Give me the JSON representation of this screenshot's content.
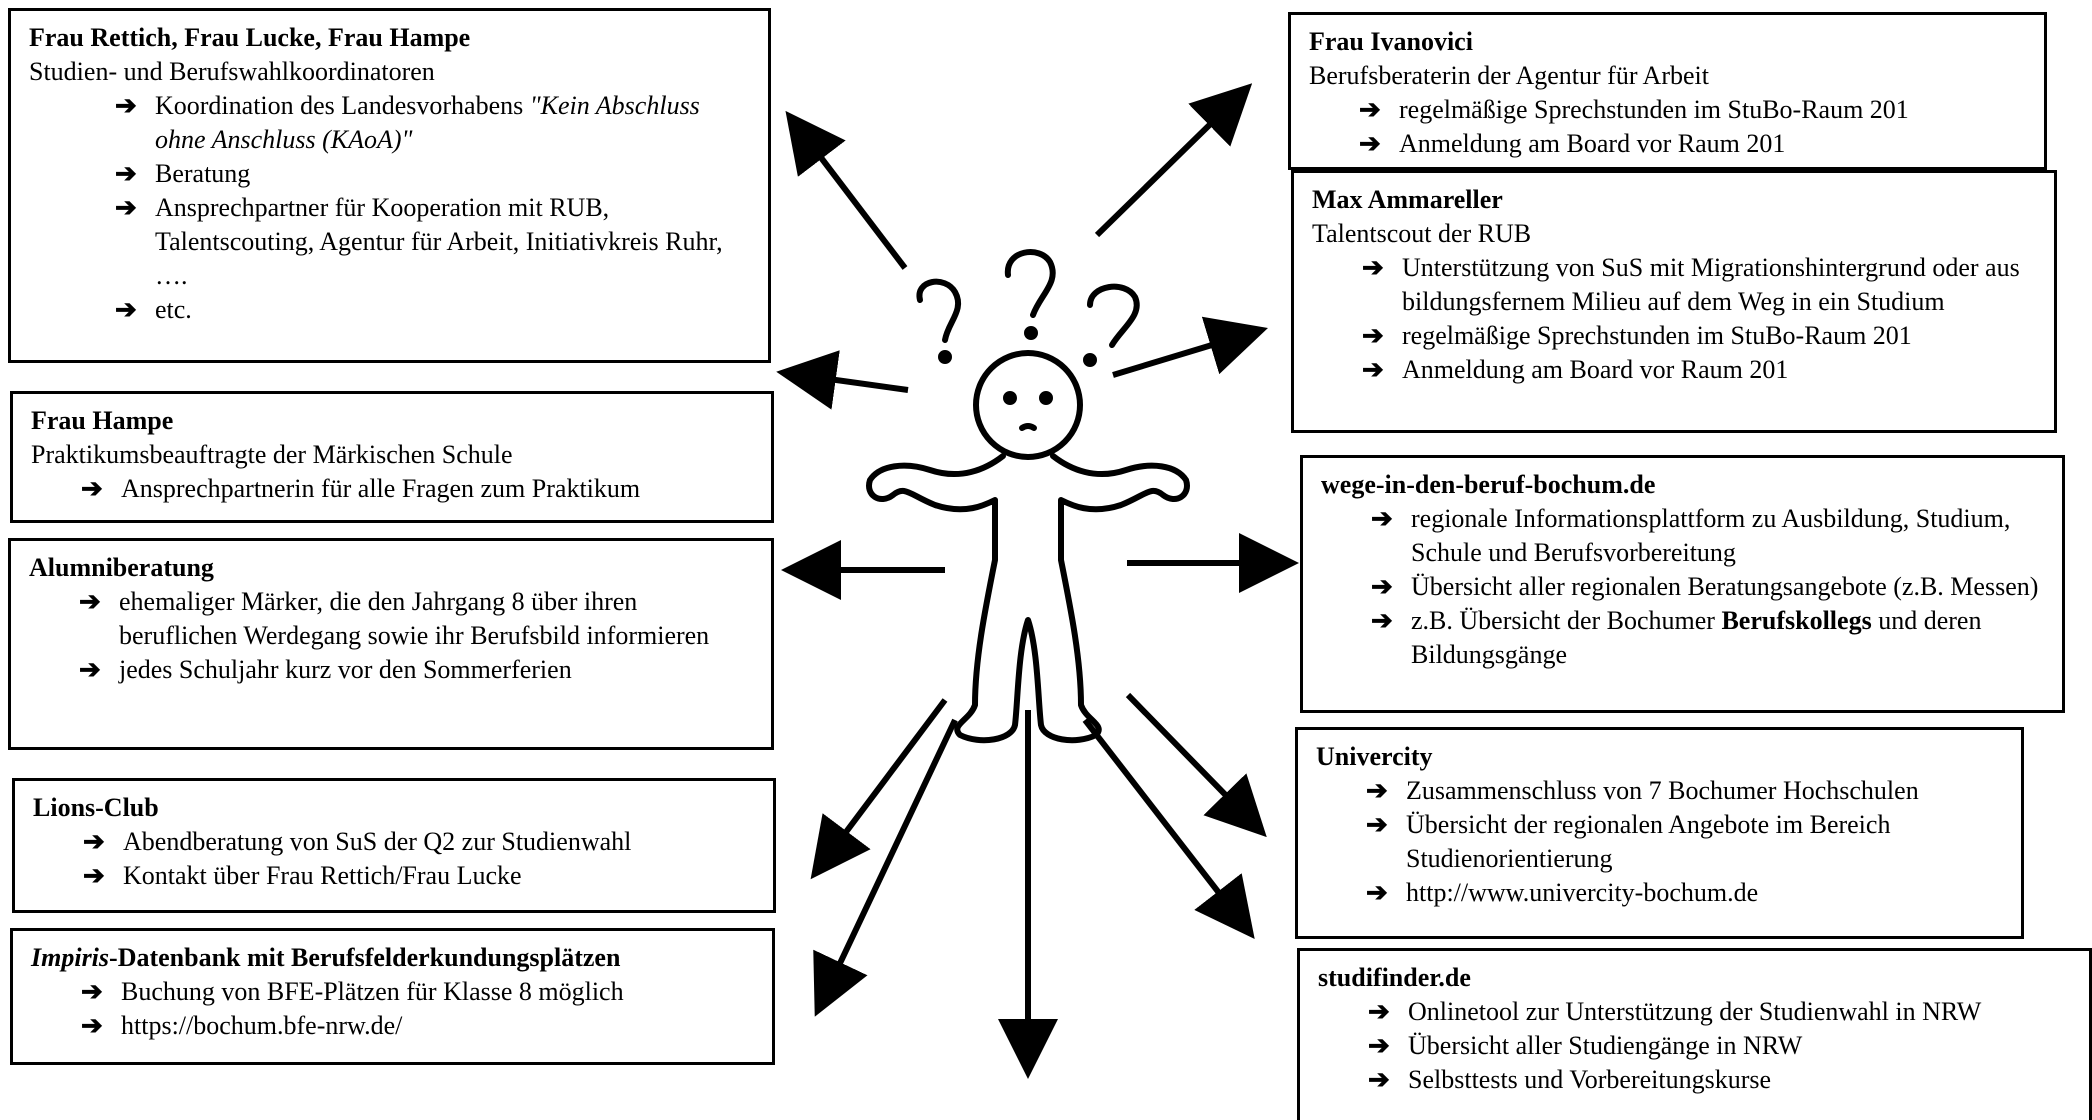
{
  "boxes": {
    "rettich": {
      "title": "Frau Rettich, Frau Lucke, Frau Hampe",
      "subtitle": "Studien- und Berufswahlkoordinatoren",
      "items": [
        {
          "pre": "Koordination des Landesvorhabens ",
          "em": "\"Kein Abschluss ohne Anschluss (KAoA)\""
        },
        {
          "text": "Beratung"
        },
        {
          "text": "Ansprechpartner für Kooperation mit RUB, Talentscouting, Agentur für Arbeit, Initiativkreis Ruhr, …."
        },
        {
          "text": "etc."
        }
      ]
    },
    "hampe": {
      "title": "Frau Hampe",
      "subtitle": "Praktikumsbeauftragte der Märkischen Schule",
      "items": [
        "Ansprechpartnerin für alle Fragen zum Praktikum"
      ]
    },
    "alumni": {
      "title": "Alumniberatung",
      "items": [
        "ehemaliger Märker, die den Jahrgang 8 über ihren beruflichen Werdegang sowie ihr Berufsbild informieren",
        "jedes Schuljahr kurz vor den Sommerferien"
      ]
    },
    "lions": {
      "title": "Lions-Club",
      "items": [
        "Abendberatung von SuS der Q2 zur Studienwahl",
        "Kontakt über Frau Rettich/Frau Lucke"
      ]
    },
    "impiris": {
      "title_em": "Impiris",
      "title_rest": "-Datenbank mit Berufsfelderkundungsplätzen",
      "items": [
        "Buchung von BFE-Plätzen für Klasse 8 möglich",
        "https://bochum.bfe-nrw.de/"
      ]
    },
    "ivanovici": {
      "title": "Frau Ivanovici",
      "subtitle": "Berufsberaterin der Agentur für Arbeit",
      "items": [
        "regelmäßige Sprechstunden im StuBo-Raum 201",
        "Anmeldung am Board vor Raum 201"
      ]
    },
    "ammareller": {
      "title": "Max Ammareller",
      "subtitle": "Talentscout der RUB",
      "items": [
        "Unterstützung von SuS mit Migrationshintergrund oder aus bildungsfernem Milieu auf dem Weg in ein Studium",
        "regelmäßige Sprechstunden im StuBo-Raum 201",
        "Anmeldung am Board vor Raum 201"
      ]
    },
    "wege": {
      "title": "wege-in-den-beruf-bochum.de",
      "items": [
        {
          "text": "regionale Informationsplattform zu Ausbildung, Studium, Schule und Berufsvorbereitung"
        },
        {
          "text": "Übersicht aller regionalen Beratungsangebote (z.B. Messen)"
        },
        {
          "pre": "z.B. Übersicht der Bochumer ",
          "strong": "Berufskollegs",
          "post": " und deren Bildungsgänge"
        }
      ]
    },
    "univercity": {
      "title": "Univercity",
      "items": [
        "Zusammenschluss von 7 Bochumer Hochschulen",
        "Übersicht der regionalen Angebote im Bereich Studienorientierung",
        "http://www.univercity-bochum.de"
      ]
    },
    "studifinder": {
      "title": "studifinder.de",
      "items": [
        "Onlinetool zur Unterstützung der Studienwahl in NRW",
        "Übersicht aller Studiengänge in NRW",
        "Selbsttests und Vorbereitungskurse"
      ]
    }
  },
  "icons": {
    "bullet": "arrow-right-bullet",
    "figure": "confused-person-icon",
    "question_marks": "question-mark-icon"
  },
  "colors": {
    "ink": "#000000",
    "background": "#ffffff"
  }
}
